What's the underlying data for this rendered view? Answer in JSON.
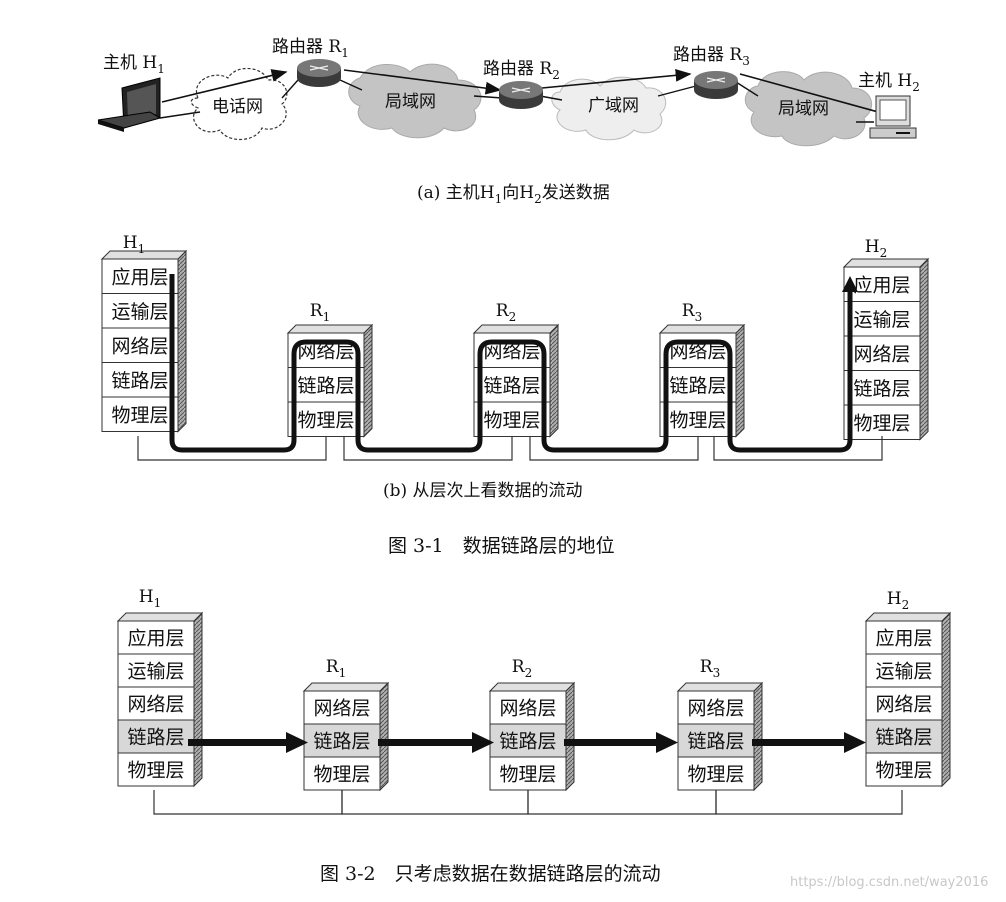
{
  "fig_a": {
    "host1": {
      "label": "主机 H",
      "sub": "1"
    },
    "host2": {
      "label": "主机 H",
      "sub": "2"
    },
    "routers": [
      {
        "label": "路由器 R",
        "sub": "1"
      },
      {
        "label": "路由器 R",
        "sub": "2"
      },
      {
        "label": "路由器 R",
        "sub": "3"
      }
    ],
    "clouds": [
      "电话网",
      "局域网",
      "广域网",
      "局域网"
    ],
    "caption": {
      "pre": "(a) 主机H",
      "s1": "1",
      "mid": "向H",
      "s2": "2",
      "post": "发送数据"
    }
  },
  "fig_b": {
    "host1": {
      "label": "H",
      "sub": "1"
    },
    "host2": {
      "label": "H",
      "sub": "2"
    },
    "routers": [
      {
        "label": "R",
        "sub": "1"
      },
      {
        "label": "R",
        "sub": "2"
      },
      {
        "label": "R",
        "sub": "3"
      }
    ],
    "host_layers": [
      "应用层",
      "运输层",
      "网络层",
      "链路层",
      "物理层"
    ],
    "router_layers": [
      "网络层",
      "链路层",
      "物理层"
    ],
    "caption": "(b) 从层次上看数据的流动"
  },
  "fig1_title": "图 3-1　数据链路层的地位",
  "fig2": {
    "host1": {
      "label": "H",
      "sub": "1"
    },
    "host2": {
      "label": "H",
      "sub": "2"
    },
    "routers": [
      {
        "label": "R",
        "sub": "1"
      },
      {
        "label": "R",
        "sub": "2"
      },
      {
        "label": "R",
        "sub": "3"
      }
    ],
    "host_layers": [
      "应用层",
      "运输层",
      "网络层",
      "链路层",
      "物理层"
    ],
    "router_layers": [
      "网络层",
      "链路层",
      "物理层"
    ],
    "highlight": "链路层"
  },
  "fig2_title": "图 3-2　只考虑数据在数据链路层的流动",
  "watermark": "https://blog.csdn.net/way2016",
  "colors": {
    "stack_shade": "#9a9a9a",
    "highlight_fill": "#d8d8d8",
    "cloud_fill": "#c4c4c4",
    "router_fill": "#3a3a3a"
  }
}
